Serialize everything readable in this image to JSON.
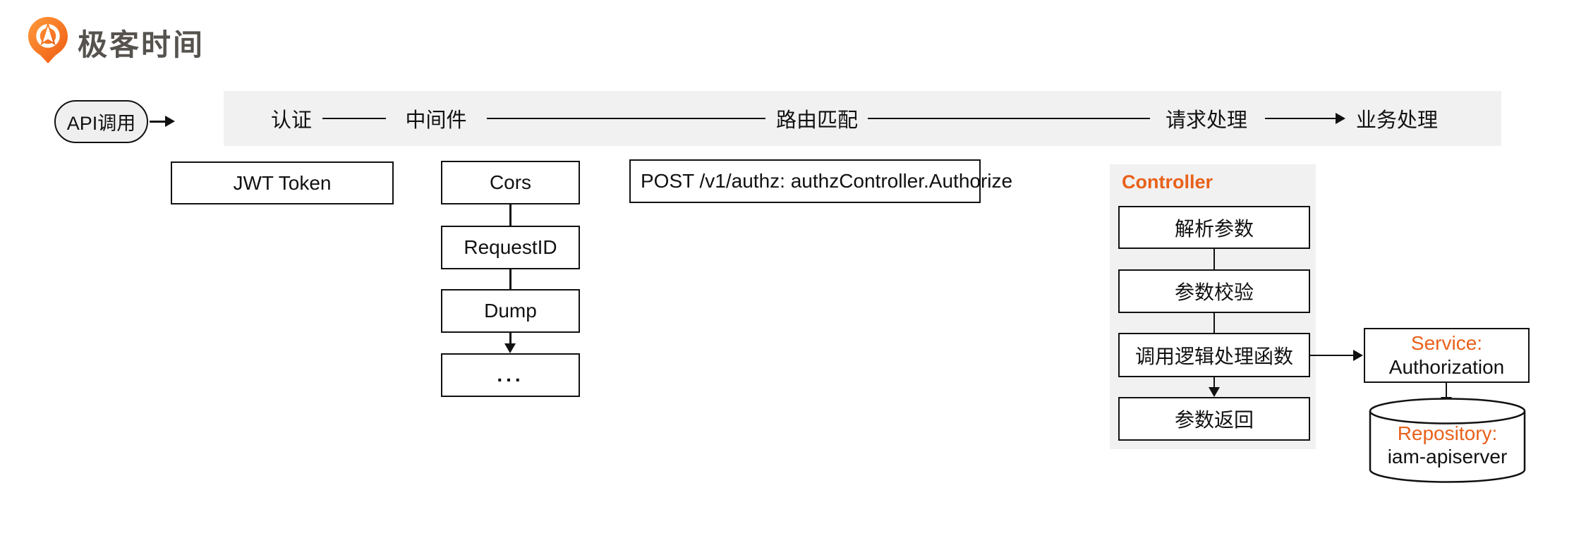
{
  "colors": {
    "accent_orange": "#e8611b",
    "surface_gray": "#f1f1f1",
    "stroke_black": "#111111",
    "logo_gray": "#56524e"
  },
  "logo": {
    "brand": "极客时间"
  },
  "entry": {
    "label": "API调用"
  },
  "pipeline": {
    "stages": [
      {
        "label": "认证"
      },
      {
        "label": "中间件"
      },
      {
        "label": "路由匹配"
      },
      {
        "label": "请求处理"
      },
      {
        "label": "业务处理"
      }
    ]
  },
  "auth": {
    "box_label": "JWT Token"
  },
  "middlewares": [
    {
      "label": "Cors"
    },
    {
      "label": "RequestID"
    },
    {
      "label": "Dump"
    },
    {
      "label": "..."
    }
  ],
  "route": {
    "box_label": "POST  /v1/authz: authzController.Authorize"
  },
  "controller": {
    "title": "Controller",
    "steps": [
      {
        "label": "解析参数"
      },
      {
        "label": "参数校验"
      },
      {
        "label": "调用逻辑处理函数"
      },
      {
        "label": "参数返回"
      }
    ]
  },
  "service": {
    "kind": "Service:",
    "name": "Authorization"
  },
  "repository": {
    "kind": "Repository:",
    "name": "iam-apiserver"
  }
}
